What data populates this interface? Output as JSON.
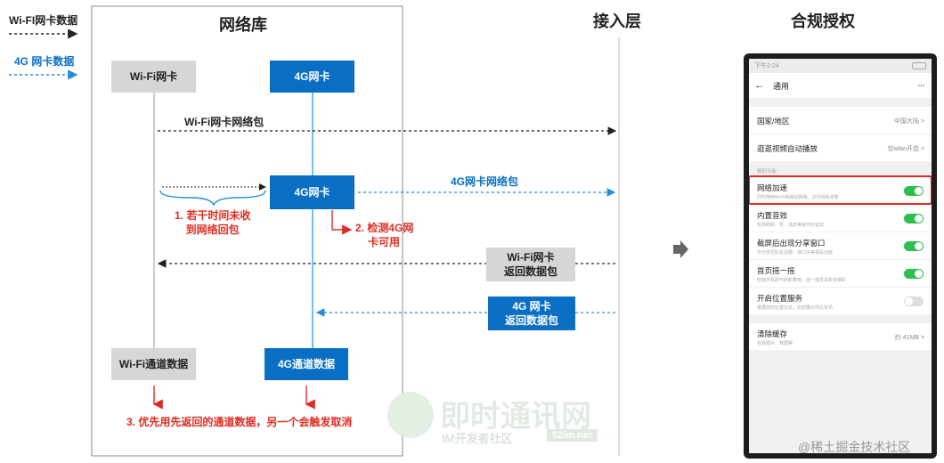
{
  "legend": {
    "wifi_label": "Wi-FI网卡数据",
    "g4_label": "4G 网卡数据",
    "wifi_color": "#222222",
    "g4_color": "#0a6fc4"
  },
  "titles": {
    "network_lib": "网络库",
    "access_layer": "接入层",
    "compliance": "合规授权"
  },
  "boxes": {
    "wifi_card": "Wi-Fi网卡",
    "g4_card_top": "4G网卡",
    "g4_card_mid": "4G网卡",
    "wifi_return": [
      "Wi-Fi网卡",
      "返回数据包"
    ],
    "g4_return": [
      "4G 网卡",
      "返回数据包"
    ],
    "wifi_channel": "Wi-Fi通道数据",
    "g4_channel": "4G通道数据"
  },
  "labels": {
    "wifi_packet": "Wi-Fi网卡网络包",
    "g4_packet": "4G网卡网络包",
    "note1": [
      "1. 若干时间未收",
      "到网络回包"
    ],
    "note2": [
      "2. 检测4G网",
      "卡可用"
    ],
    "note3": "3. 优先用先返回的通道数据，另一个会触发取消"
  },
  "arrow_icon": "right-arrow-icon",
  "phone": {
    "status_left": "下午2:24",
    "title": "通用",
    "rows": [
      {
        "title": "国家/地区",
        "value": "中国大陆 >"
      },
      {
        "title": "逛逛视频自动播放",
        "value": "仅wlan开启 >"
      }
    ],
    "section_label": "辅助功能",
    "toggles": [
      {
        "title": "网络加速",
        "sub": "同时使用Wi-Fi和移动网络，访问将耗流量",
        "on": true,
        "highlight": true
      },
      {
        "title": "内置音效",
        "sub": "包括刷新、赞、消息等操作的音效",
        "on": true
      },
      {
        "title": "截屏后出现分享窗口",
        "sub": "可分享至好友及群，滑口令等相关功能",
        "on": true
      },
      {
        "title": "首页摇一摇",
        "sub": "轻摇手机即可刷新推荐，摇一摇发现更多精彩",
        "on": true
      },
      {
        "title": "开启位置服务",
        "sub": "根据您的位置信息，向您展示附近资讯",
        "on": false
      }
    ],
    "cache": {
      "title": "清除缓存",
      "sub": "包括图片、数据等",
      "value": "约 41MB >"
    },
    "highlight_color": "#e02b20",
    "toggle_color": "#2cbe4e"
  },
  "watermarks": {
    "center_big": "即时通讯网",
    "center_small": "IM开发者社区",
    "center_url": "52im.net",
    "corner": "@稀土掘金技术社区"
  }
}
